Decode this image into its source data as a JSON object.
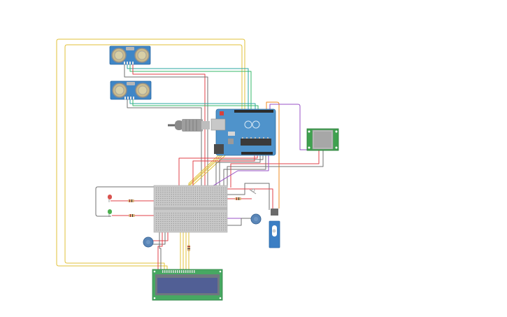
{
  "circuit": {
    "components": [
      {
        "name": "ultrasonic-sensor-1",
        "kind": "HC-SR04 ultrasonic sensor"
      },
      {
        "name": "ultrasonic-sensor-2",
        "kind": "HC-SR04 ultrasonic sensor"
      },
      {
        "name": "arduino-uno",
        "kind": "Arduino Uno board"
      },
      {
        "name": "pir-sensor",
        "kind": "PIR motion sensor"
      },
      {
        "name": "breadboard",
        "kind": "Breadboard"
      },
      {
        "name": "led-red",
        "kind": "LED"
      },
      {
        "name": "led-green",
        "kind": "LED"
      },
      {
        "name": "servo-motor",
        "kind": "Micro servo"
      },
      {
        "name": "potentiometer",
        "kind": "Potentiometer"
      },
      {
        "name": "piezo-buzzer",
        "kind": "Piezo buzzer"
      },
      {
        "name": "lcd-16x2",
        "kind": "16x2 LCD display"
      },
      {
        "name": "usb-cable",
        "kind": "USB cable"
      }
    ],
    "colors": {
      "wire_yellow": "#e2c23a",
      "wire_red": "#e0404a",
      "wire_green": "#36b86a",
      "wire_teal": "#2aa7a0",
      "wire_gray": "#707070",
      "wire_orange": "#ef8a22",
      "wire_purple": "#9a52c7",
      "sensor_blue": "#3f86c6",
      "arduino_blue": "#4f93cb",
      "pcb_green": "#3fa14f",
      "breadboard": "#c9c9c9",
      "lcd_screen": "#515f95"
    }
  }
}
